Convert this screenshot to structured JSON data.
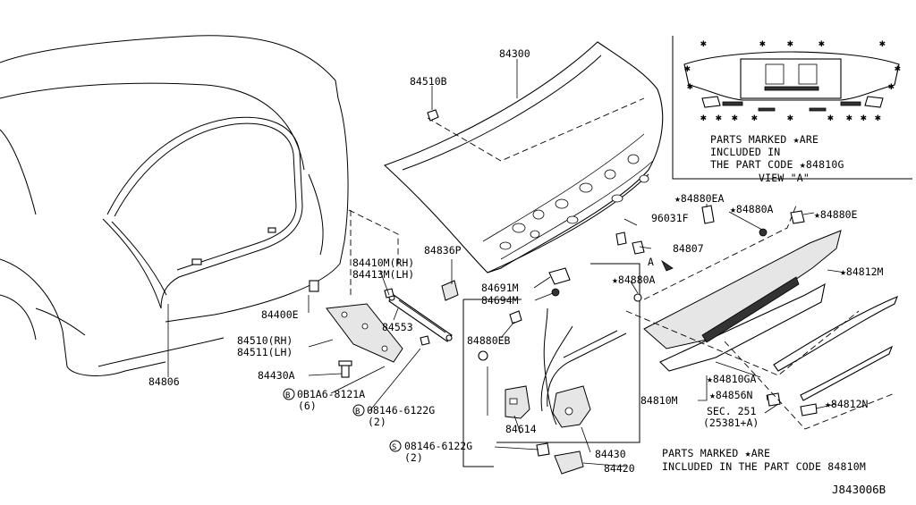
{
  "diagram_code": "J843006B",
  "view_a": {
    "title": "VIEW \"A\"",
    "note": [
      "PARTS MARKED ★ARE",
      "INCLUDED IN",
      "THE PART CODE ★84810G"
    ]
  },
  "bottom_note": [
    "PARTS MARKED ★ARE",
    "INCLUDED IN THE PART CODE  84810M"
  ],
  "arrow_a": "A",
  "parts": {
    "p84300": "84300",
    "p84510B": "84510B",
    "p84806": "84806",
    "p84400E": "84400E",
    "p84410M": "84410M(RH)",
    "p84413M": "84413M(LH)",
    "p84836P": "84836P",
    "p84553": "84553",
    "p84510": "84510(RH)",
    "p84511": "84511(LH)",
    "p84430A": "84430A",
    "b0B1A6": "0B1A6-8121A",
    "q6": "(6)",
    "b08146a": "08146-6122G",
    "q2a": "(2)",
    "s08146": "08146-6122G",
    "q2b": "(2)",
    "p84691M": "84691M",
    "p84694M": "84694M",
    "p84880EB": "84880EB",
    "p84614": "84614",
    "p84430": "84430",
    "p84420": "84420",
    "p96031F": "96031F",
    "p84807": "84807",
    "p84880EA": "★84880EA",
    "p84880A1": "★84880A",
    "p84880E": "★84880E",
    "p84880A2": "★84880A",
    "p84812M": "★84812M",
    "p84810GA": "★84810GA",
    "p84856N": "★84856N",
    "p84810M": "84810M",
    "sec251": "SEC. 251",
    "sec25381": "(25381+A)",
    "p84812N": "★84812N"
  },
  "circle_marks": {
    "b": "B",
    "s": "S"
  }
}
